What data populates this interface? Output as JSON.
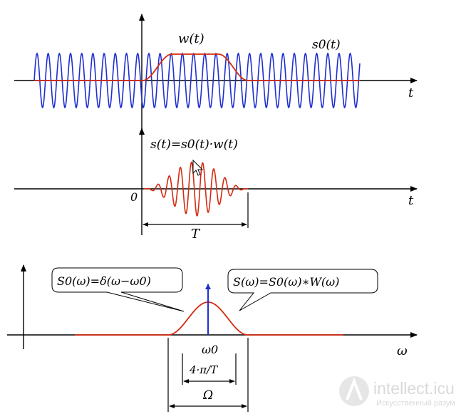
{
  "panel1": {
    "window_label": "w(t)",
    "carrier_label": "s0(t)",
    "axis_label": "t"
  },
  "panel2": {
    "formula": "s(t)=s0(t)·w(t)",
    "origin_label": "0",
    "axis_label": "t",
    "duration_label": "T"
  },
  "panel3": {
    "callout_left": "S0(ω)=δ(ω−ω0)",
    "callout_right": "S(ω)=S0(ω)∗W(ω)",
    "center_label": "ω0",
    "axis_label": "ω",
    "mainlobe_label": "4·π/T",
    "bandwidth_label": "Ω"
  },
  "watermark": {
    "brand": "intellect.icu",
    "tagline": "Искусственный разум"
  },
  "colors": {
    "carrier": "#1f2fd0",
    "envelope": "#d42a10",
    "axis": "#000000",
    "spike": "#1f2fd0"
  }
}
